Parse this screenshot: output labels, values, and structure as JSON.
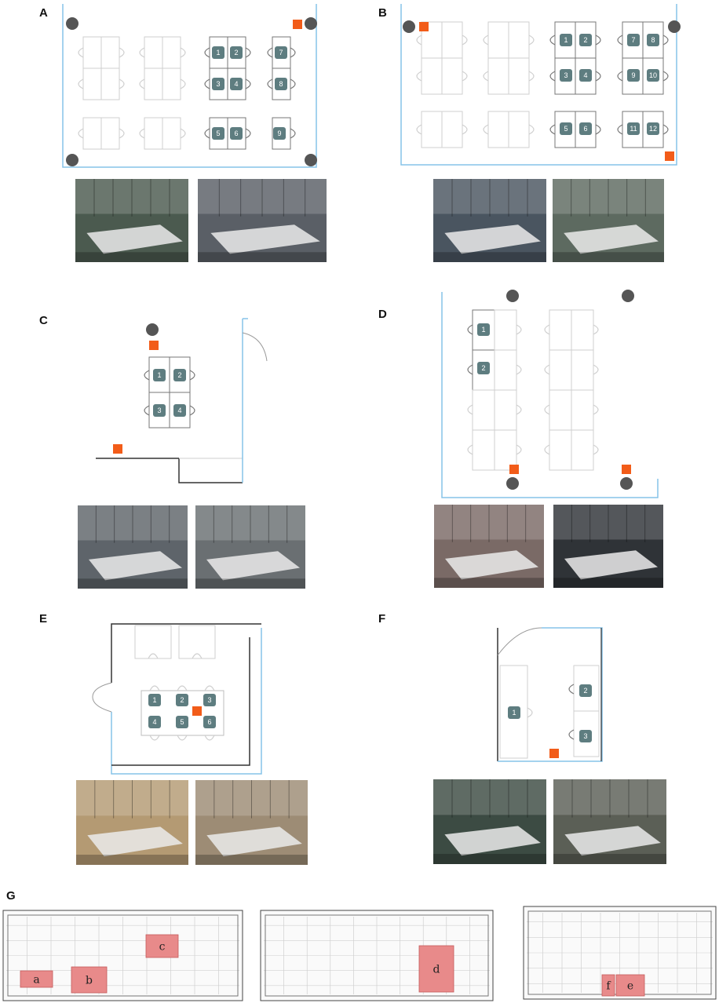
{
  "panels": [
    {
      "id": "A",
      "label": "A",
      "seats": [
        "1",
        "2",
        "3",
        "4",
        "5",
        "6",
        "7",
        "8",
        "9"
      ]
    },
    {
      "id": "B",
      "label": "B",
      "seats": [
        "1",
        "2",
        "3",
        "4",
        "5",
        "6",
        "7",
        "8",
        "9",
        "10",
        "11",
        "12"
      ]
    },
    {
      "id": "C",
      "label": "C",
      "seats": [
        "1",
        "2",
        "3",
        "4"
      ]
    },
    {
      "id": "D",
      "label": "D",
      "seats": [
        "1",
        "2"
      ]
    },
    {
      "id": "E",
      "label": "E",
      "seats": [
        "1",
        "2",
        "3",
        "4",
        "5",
        "6"
      ]
    },
    {
      "id": "F",
      "label": "F",
      "seats": [
        "1",
        "2",
        "3"
      ]
    },
    {
      "id": "G",
      "label": "G",
      "areas": [
        "a",
        "b",
        "c",
        "d",
        "e",
        "f"
      ]
    }
  ],
  "colors": {
    "seat": "#5e7d80",
    "sensor": "#f25c19",
    "device": "#555555",
    "wall": "#86c3e8",
    "area": "#e88a8a",
    "photo_dark": "#3b3f44"
  }
}
